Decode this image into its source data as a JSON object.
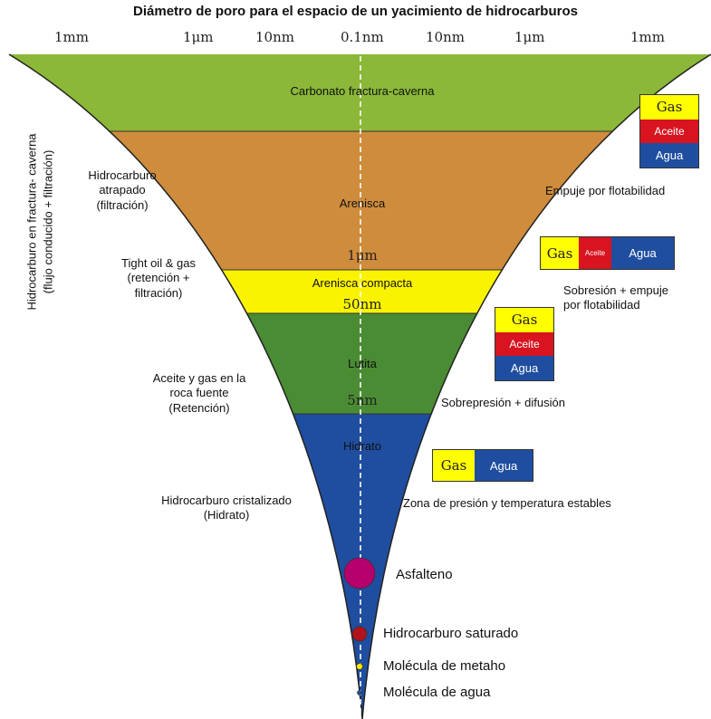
{
  "title": "Diámetro de poro para el espacio de un yacimiento de hidrocarburos",
  "scale_labels": [
    "1mm",
    "1μm",
    "10nm",
    "0.1nm",
    "10nm",
    "1μm",
    "1mm"
  ],
  "layers": [
    {
      "name": "Carbonato fractura-caverna",
      "color": "#8bb838"
    },
    {
      "name": "Arenisca",
      "color": "#cf8c3d"
    },
    {
      "name": "Arenisca compacta",
      "color": "#f9f300"
    },
    {
      "name": "Lutita",
      "color": "#4a8c33"
    },
    {
      "name": "Hidrato",
      "color": "#1f4ea0"
    }
  ],
  "boundary_labels": {
    "b1": "1μm",
    "b2": "50nm",
    "b3": "5nm"
  },
  "left_vertical_label": {
    "line1": "Hidrocarburo en fractura- caverna",
    "line2": "(flujo conducido + filtración)"
  },
  "left_labels": [
    {
      "lines": [
        "Hidrocarburo",
        "atrapado",
        "(filtración)"
      ]
    },
    {
      "lines": [
        "Tight oil & gas",
        "(retención +",
        "filtración)"
      ]
    },
    {
      "lines": [
        "Aceite y gas en la",
        "roca fuente",
        "(Retención)"
      ]
    },
    {
      "lines": [
        "Hidrocarburo cristalizado",
        "(Hidrato)"
      ]
    }
  ],
  "fluid_boxes": {
    "box1": {
      "gas": "Gas",
      "oil": "Aceite",
      "water": "Agua"
    },
    "box2": {
      "gas": "Gas",
      "oil": "Aceite",
      "water": "Agua"
    },
    "box3": {
      "gas": "Gas",
      "oil": "Aceite",
      "water": "Agua"
    },
    "box4": {
      "gas": "Gas",
      "water": "Agua"
    }
  },
  "mechanisms": [
    {
      "lines": [
        "Empuje por flotabilidad"
      ]
    },
    {
      "lines": [
        "Sobresión + empuje",
        "por flotabilidad"
      ]
    },
    {
      "lines": [
        "Sobrepresión + difusión"
      ]
    },
    {
      "lines": [
        "Zona de presión y temperatura estables"
      ]
    }
  ],
  "molecules": [
    {
      "name": "Asfalteno",
      "color": "#b5006e"
    },
    {
      "name": "Hidrocarburo saturado",
      "color": "#b0131c"
    },
    {
      "name": "Molécula de metaho",
      "color": "#f5e800"
    },
    {
      "name": "Molécula de agua",
      "color": "#1f4ea0"
    }
  ]
}
